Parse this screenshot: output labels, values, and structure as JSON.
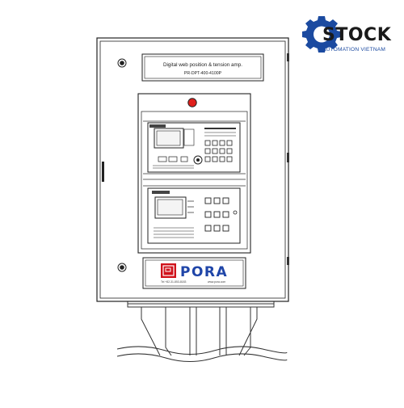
{
  "nameplate": {
    "line1": "Digital web position & tension amp.",
    "line2": "PR-DPT-400-4100P"
  },
  "watermark": {
    "brand": "STOCK",
    "subtitle": "AUTOMATION VIETNAM",
    "colors": {
      "gear": "#1b4aa0",
      "text": "#1a1a1a"
    }
  },
  "pora_plate": {
    "brand": "PORA",
    "contact": "Tel +82-31-853-8183",
    "web": "www.pora.com",
    "colors": {
      "brand": "#1f45a8",
      "badge": "#d0121b"
    }
  },
  "indicator": {
    "color": "#e0201c"
  }
}
